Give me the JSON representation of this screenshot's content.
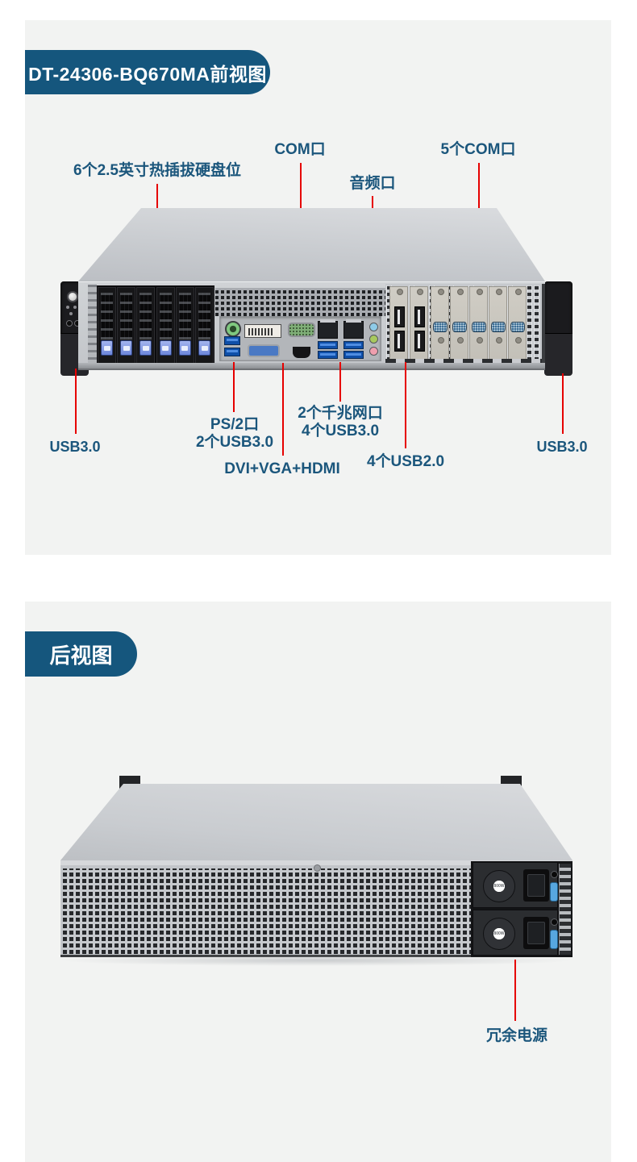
{
  "theme": {
    "page_bg": "#ffffff",
    "card_bg": "#f2f3f2",
    "banner_bg": "#15567d",
    "banner_text_color": "#ffffff",
    "label_color": "#1b567c",
    "leader_line_color": "#e60000",
    "drive_latch_color": "#6b85da",
    "usb3_port_color": "#0f4fa8",
    "psu_clip_color": "#57a7e0"
  },
  "front_view": {
    "banner": "DT-24306-BQ670MA前视图",
    "labels": {
      "hdd_bays": "6个2.5英寸热插拔硬盘位",
      "com_port": "COM口",
      "audio_port": "音频口",
      "five_com_ports": "5个COM口",
      "usb3_left": "USB3.0",
      "ps2": "PS/2口",
      "two_usb3": "2个USB3.0",
      "dvi_vga_hdmi": "DVI+VGA+HDMI",
      "two_lan": "2个千兆网口",
      "four_usb3": "4个USB3.0",
      "four_usb2": "4个USB2.0",
      "usb3_right": "USB3.0"
    },
    "counts": {
      "drive_bays": 6,
      "bracket_com_ports": 5,
      "usb2_brackets": 2,
      "audio_jacks": 3,
      "lan_ports": 2
    },
    "audio_jack_colors": [
      "#8ecbe8",
      "#a8c95e",
      "#ef9fae"
    ]
  },
  "rear_view": {
    "banner": "后视图",
    "labels": {
      "psu": "冗余电源"
    },
    "psu_wattage": "800W",
    "counts": {
      "power_supplies": 2
    }
  }
}
